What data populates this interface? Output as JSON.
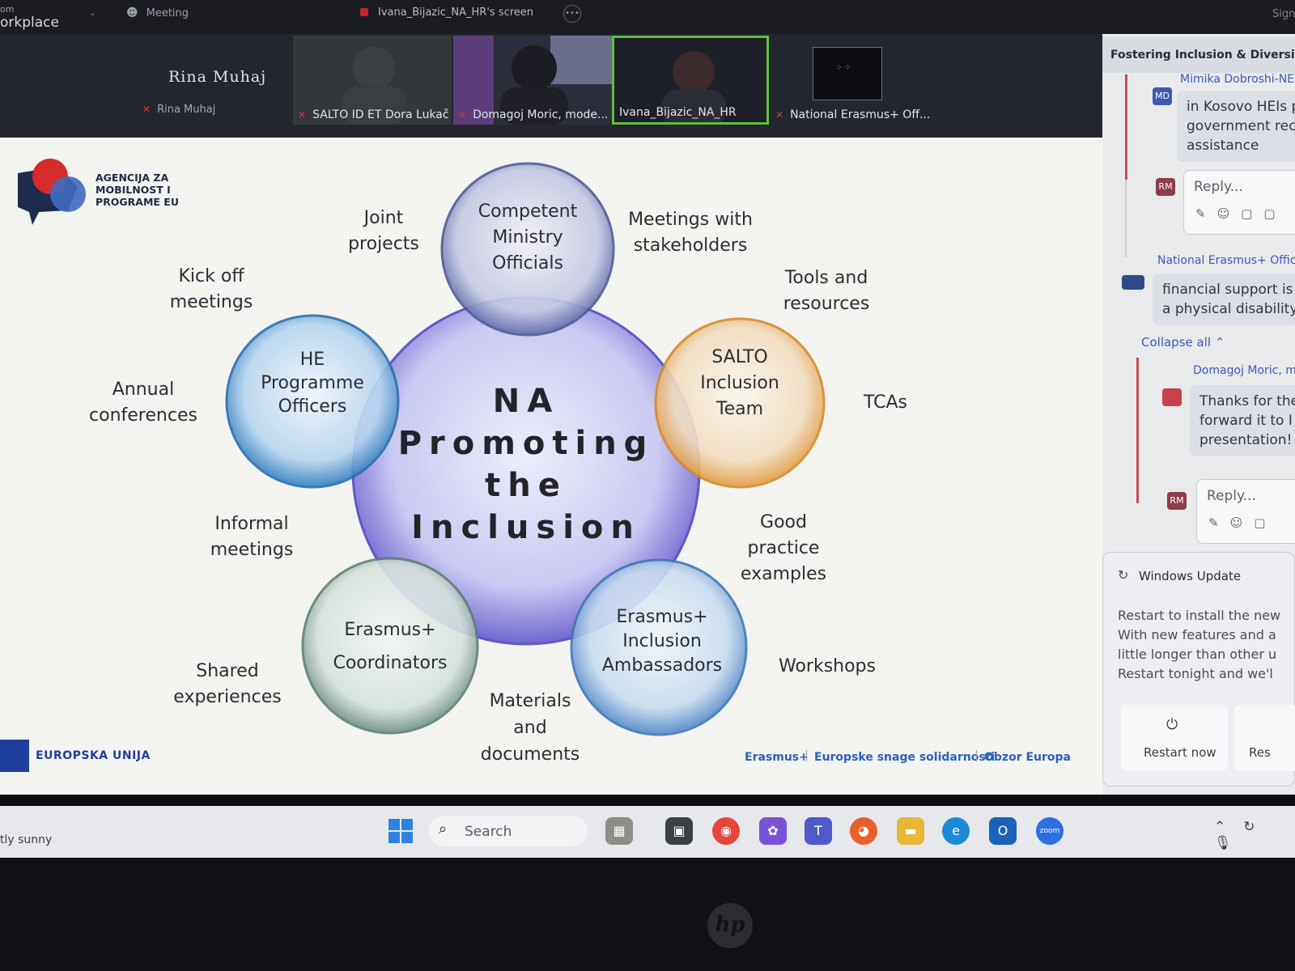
{
  "topbar": {
    "app_line1": "om",
    "app_line2": "orkplace",
    "meeting_label": "Meeting",
    "screen_label": "Ivana_Bijazic_NA_HR's screen",
    "sign": "Sign"
  },
  "strip": {
    "presenter_name": "Rina Muhaj",
    "presenter_sub": "Rina Muhaj",
    "tiles": [
      {
        "caption": "SALTO ID ET Dora Lukač"
      },
      {
        "caption": "Domagoj Moric, mode..."
      },
      {
        "caption": "Ivana_Bijazic_NA_HR"
      },
      {
        "caption": "National Erasmus+ Off..."
      }
    ]
  },
  "slide": {
    "logo_lines": [
      "AGENCIJA ZA",
      "MOBILNOST I",
      "PROGRAME EU"
    ],
    "center": [
      "NA",
      "Promoting",
      "the",
      "Inclusion"
    ],
    "circles": {
      "top": [
        "Competent",
        "Ministry",
        "Officials"
      ],
      "left": [
        "HE",
        "Programme",
        "Officers"
      ],
      "right": [
        "SALTO",
        "Inclusion",
        "Team"
      ],
      "bottom_left": [
        "Erasmus+",
        "Coordinators"
      ],
      "bottom_right": [
        "Erasmus+",
        "Inclusion",
        "Ambassadors"
      ]
    },
    "labels": {
      "joint": [
        "Joint",
        "projects"
      ],
      "meetings": [
        "Meetings with",
        "stakeholders"
      ],
      "kickoff": [
        "Kick off",
        "meetings"
      ],
      "tools": [
        "Tools and",
        "resources"
      ],
      "annual": [
        "Annual",
        "conferences"
      ],
      "tcas": [
        "TCAs"
      ],
      "informal": [
        "Informal",
        "meetings"
      ],
      "good": [
        "Good",
        "practice",
        "examples"
      ],
      "shared": [
        "Shared",
        "experiences"
      ],
      "workshops": [
        "Workshops"
      ],
      "materials": [
        "Materials",
        "and",
        "documents"
      ]
    },
    "eu_text": "EUROPSKA UNIJA",
    "programmes": [
      "Erasmus+",
      "Europske snage solidarnosti",
      "Obzor Europa"
    ]
  },
  "chat": {
    "header": "Fostering Inclusion & Diversity i",
    "msg1_name": "Mimika Dobroshi-NE",
    "msg1_avatar": "MD",
    "msg1_lines": [
      "in Kosovo HEIs p",
      "government rece",
      "assistance"
    ],
    "reply_placeholder": "Reply...",
    "reply_avatar": "RM",
    "msg2_name": "National Erasmus+ Offic",
    "msg2_lines": [
      "financial support is",
      "a physical disability"
    ],
    "collapse": "Collapse all",
    "msg3_name": "Domagoj Moric, m",
    "msg3_lines": [
      "Thanks for the",
      "forward it to I",
      "presentation!"
    ]
  },
  "windows_update": {
    "title": "Windows Update",
    "body": [
      "Restart to install the new",
      "With new features and a",
      "little longer than other u",
      "Restart tonight and we'l"
    ],
    "restart_now": "Restart now",
    "other_button": "Res"
  },
  "taskbar": {
    "weather": "tly sunny",
    "search": "Search"
  },
  "colors": {
    "active_tile": "#5fbf3c",
    "chat_link": "#3f58b8",
    "eu_blue": "#1f3f9c",
    "salto_orange": "#e8a24a"
  }
}
